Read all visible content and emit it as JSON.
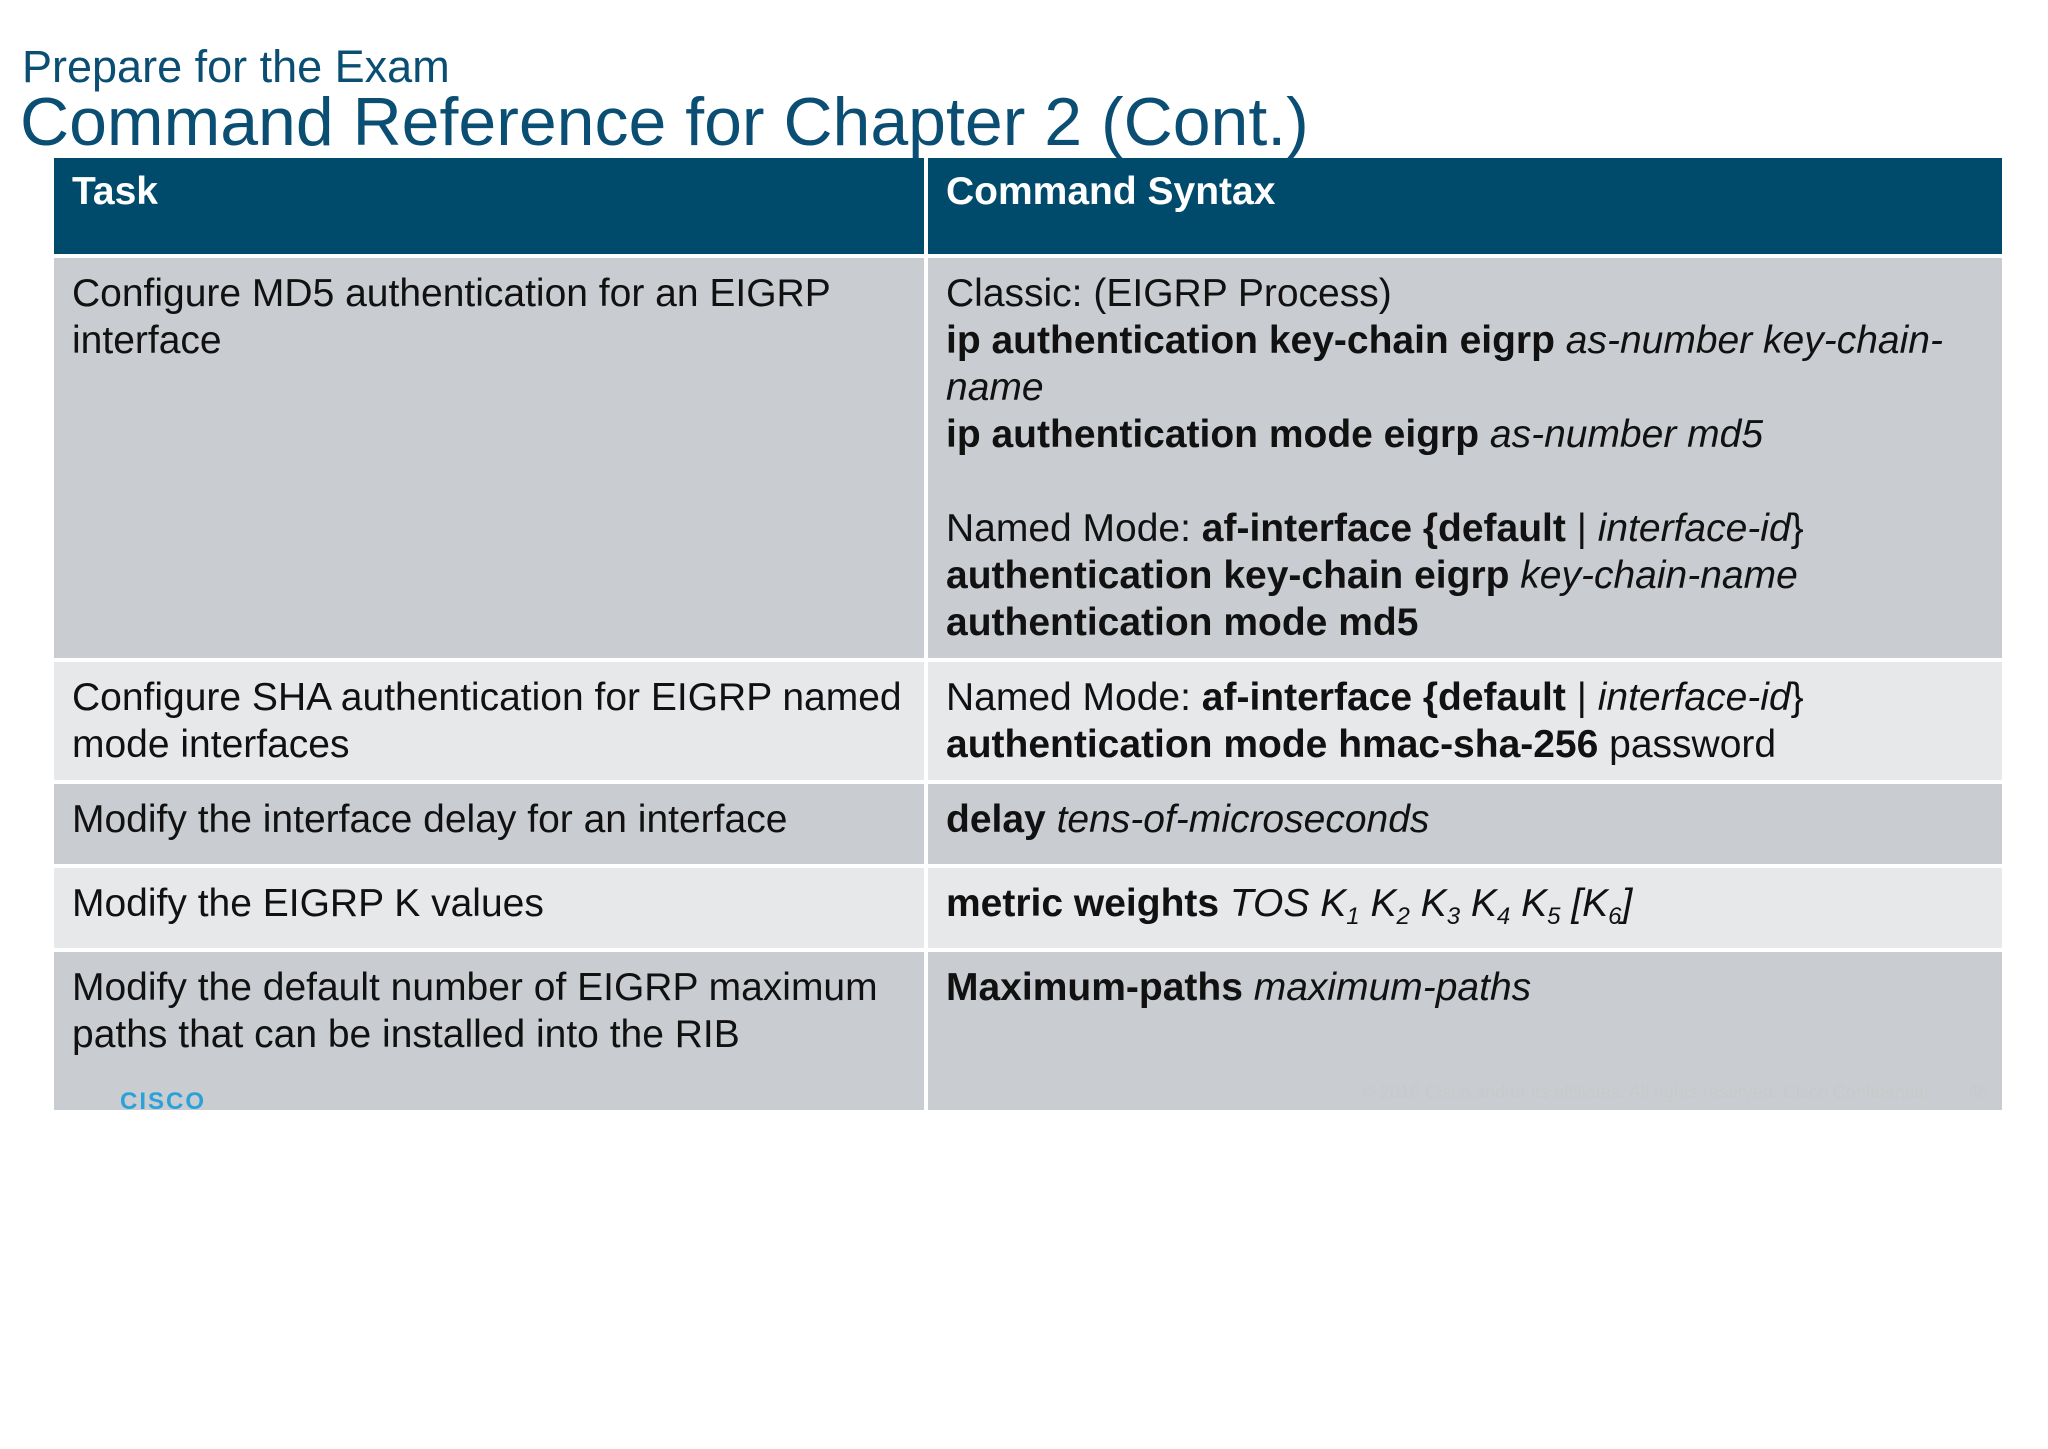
{
  "header": {
    "subtitle": "Prepare for the Exam",
    "title": "Command Reference for Chapter 2 (Cont.)"
  },
  "table": {
    "columns": [
      "Task",
      "Command Syntax"
    ],
    "rows": [
      {
        "task": "Configure MD5 authentication for an EIGRP interface",
        "lines": [
          {
            "plain": "Classic:  (EIGRP Process)"
          },
          {
            "bold": "ip authentication key-chain eigrp",
            "italic": "as-number key-chain-name"
          },
          {
            "bold": "ip authentication mode eigrp",
            "italic": "as-number md5"
          },
          {
            "prefix": "Named Mode:",
            "bold": "af-interface {default",
            "sep": "|",
            "italic": "interface-id",
            "suffix": "}"
          },
          {
            "bold": "authentication key-chain eigrp",
            "italic": "key-chain-name"
          },
          {
            "bold": "authentication mode md5"
          }
        ]
      },
      {
        "task": "Configure SHA authentication for EIGRP named mode interfaces",
        "lines": [
          {
            "prefix": "Named Mode:",
            "bold": "af-interface {default",
            "sep": "|",
            "italic": "interface-id",
            "suffix": "}"
          },
          {
            "bold": "authentication mode hmac-sha-256",
            "plain": "password"
          }
        ]
      },
      {
        "task": "Modify the interface delay for an interface",
        "lines": [
          {
            "bold": "delay",
            "italic": "tens-of-microseconds"
          }
        ]
      },
      {
        "task": "Modify the EIGRP K values",
        "lines": [
          {
            "bold": "metric weights",
            "italic": "TOS",
            "k": "K",
            "subs": [
              "1",
              "2",
              "3",
              "4",
              "5",
              "6"
            ]
          }
        ]
      },
      {
        "task": "Modify the default number of EIGRP maximum paths that can be installed into the RIB",
        "lines": [
          {
            "bold": "Maximum-paths",
            "italic": "maximum-paths"
          }
        ]
      }
    ]
  },
  "footer": {
    "logo_text": "CISCO",
    "copyright": "© 2016  Cisco and/or its affiliates. All rights reserved.   Cisco Confidential",
    "page_number": "45"
  },
  "colors": {
    "title": "#0a4f73",
    "header_bg": "#004b6b",
    "row_dark": "#c9ccd1",
    "row_light": "#e7e8ea",
    "logo": "#2aa1d8"
  }
}
